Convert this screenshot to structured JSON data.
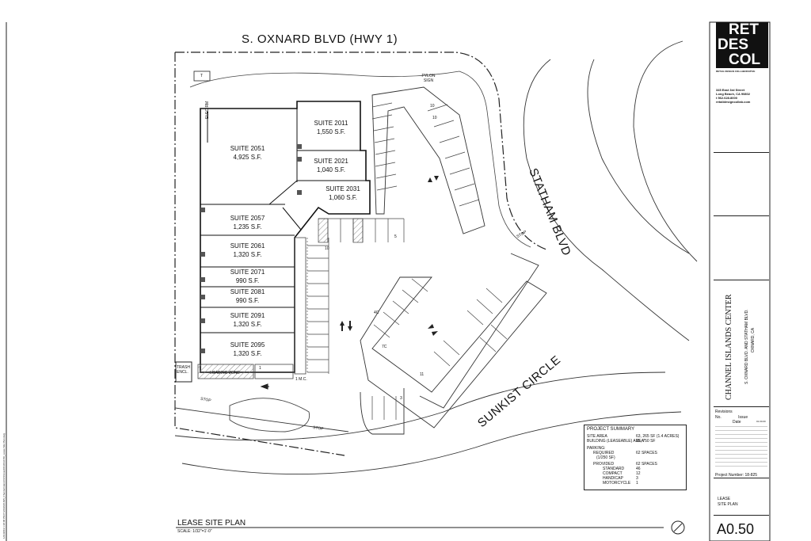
{
  "streets": {
    "north": "S. OXNARD BLVD  (HWY 1)",
    "east": "STATHAM BLVD",
    "south": "SUNKIST CIRCLE"
  },
  "suites": [
    {
      "name": "SUITE 2051",
      "area": "4,925 S.F."
    },
    {
      "name": "SUITE 2011",
      "area": "1,550 S.F."
    },
    {
      "name": "SUITE 2021",
      "area": "1,040 S.F."
    },
    {
      "name": "SUITE 2031",
      "area": "1,060 S.F."
    },
    {
      "name": "SUITE 2057",
      "area": "1,235 S.F."
    },
    {
      "name": "SUITE 2061",
      "area": "1,320 S.F."
    },
    {
      "name": "SUITE 2071",
      "area": "990 S.F."
    },
    {
      "name": "SUITE 2081",
      "area": "990 S.F."
    },
    {
      "name": "SUITE 2091",
      "area": "1,320 S.F."
    },
    {
      "name": "SUITE 2095",
      "area": "1,320 S.F."
    }
  ],
  "site_labels": {
    "elec_rm": "ELEC RM",
    "pylon_sign": "PYLON SIGN",
    "trash_encl": "TRASH ENCL.",
    "loading_zone": "LOADING ZONE",
    "mc": "1 M.C.",
    "stop1": "STOP",
    "stop2": "STOP",
    "stop3": "STOP",
    "t_mark": "T"
  },
  "stall_counts": [
    "10",
    "10",
    "5",
    "10",
    "4C",
    "7C",
    "11",
    "3",
    "1"
  ],
  "project_summary": {
    "title": "PROJECT SUMMARY",
    "site_area_label": "SITE AREA",
    "site_area_value": "63, 265 SF (1.4 ACRES)",
    "building_label": "BUILDING (LEASEABLE) AREA",
    "building_value": "15, 750 SF",
    "parking_label": "PARKING:",
    "required_label": "REQUIRED",
    "required_sub": "(1/250 SF)",
    "required_value": "62 SPACES",
    "provided_label": "PROVIDED",
    "provided_value": "62 SPACES",
    "standard_label": "STANDARD",
    "standard_value": "46",
    "compact_label": "COMPACT",
    "compact_value": "12",
    "handicap_label": "HANDICAP",
    "handicap_value": "3",
    "motorcycle_label": "MOTORCYCLE",
    "motorcycle_value": "1"
  },
  "sheet": {
    "title": "LEASE SITE PLAN",
    "scale": "SCALE: 1/32\"=1'-0\"",
    "sheet_number": "A0.50",
    "sheet_name_1": "LEASE",
    "sheet_name_2": "SITE PLAN"
  },
  "title_block": {
    "logo_lines": [
      "RET",
      "DES",
      "COL"
    ],
    "logo_sub": "RETAIL DESIGN COLLABORATIVE",
    "addr1": "345 East 3rd Street",
    "addr2": "Long Beach, CA 90802",
    "phone": "t 562.628.8000",
    "web": "retaildesigncollab.com",
    "project_name": "CHANNEL ISLANDS CENTER",
    "project_addr": "S. OXNARD BLVD. AND STATHAM BLVD.",
    "project_city": "OXNARD, CA",
    "revisions_label": "Revisions",
    "rev_no": "No.",
    "rev_issue": "Issue",
    "rev_date": "Date",
    "rev_date_value": "01.00.00",
    "project_number": "Project Number: 18-825"
  },
  "side_text": "1/21/2019 1:38:08 PM   P:\\2019\\18-825_Channel Island Ctr\\Oxnard\\CAD\\A0.50_Lease Site Plan.dwg",
  "colors": {
    "line": "#222222",
    "hatch": "#888888",
    "paper": "#ffffff"
  }
}
